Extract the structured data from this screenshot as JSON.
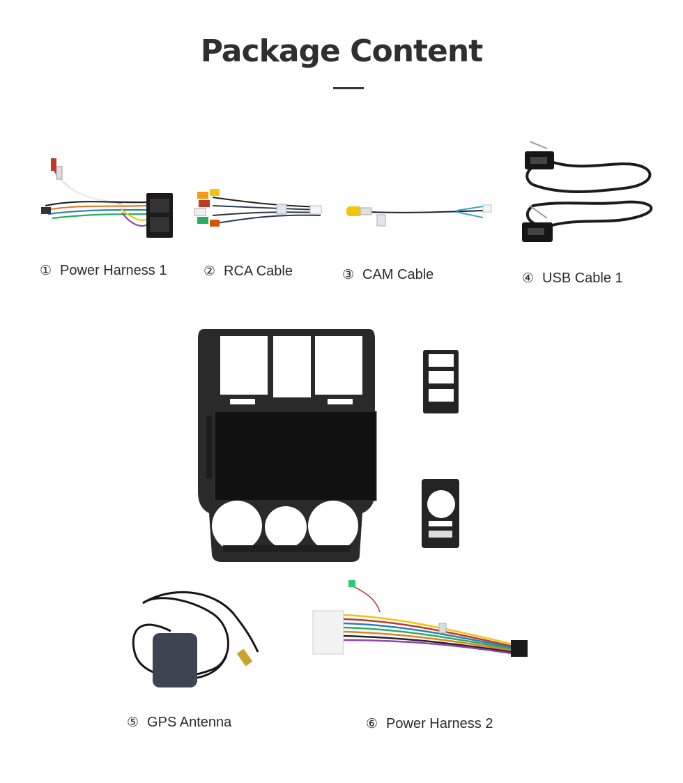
{
  "title": "Package Content",
  "items": [
    {
      "number": "①",
      "label": "Power Harness 1"
    },
    {
      "number": "②",
      "label": "RCA Cable"
    },
    {
      "number": "③",
      "label": "CAM Cable"
    },
    {
      "number": "④",
      "label": "USB Cable 1"
    },
    {
      "number": "⑤",
      "label": "GPS Antenna"
    },
    {
      "number": "⑥",
      "label": "Power Harness 2"
    }
  ],
  "colors": {
    "title": "#2f2f2f",
    "panel": "#2a2a2a",
    "screen": "#111111"
  }
}
